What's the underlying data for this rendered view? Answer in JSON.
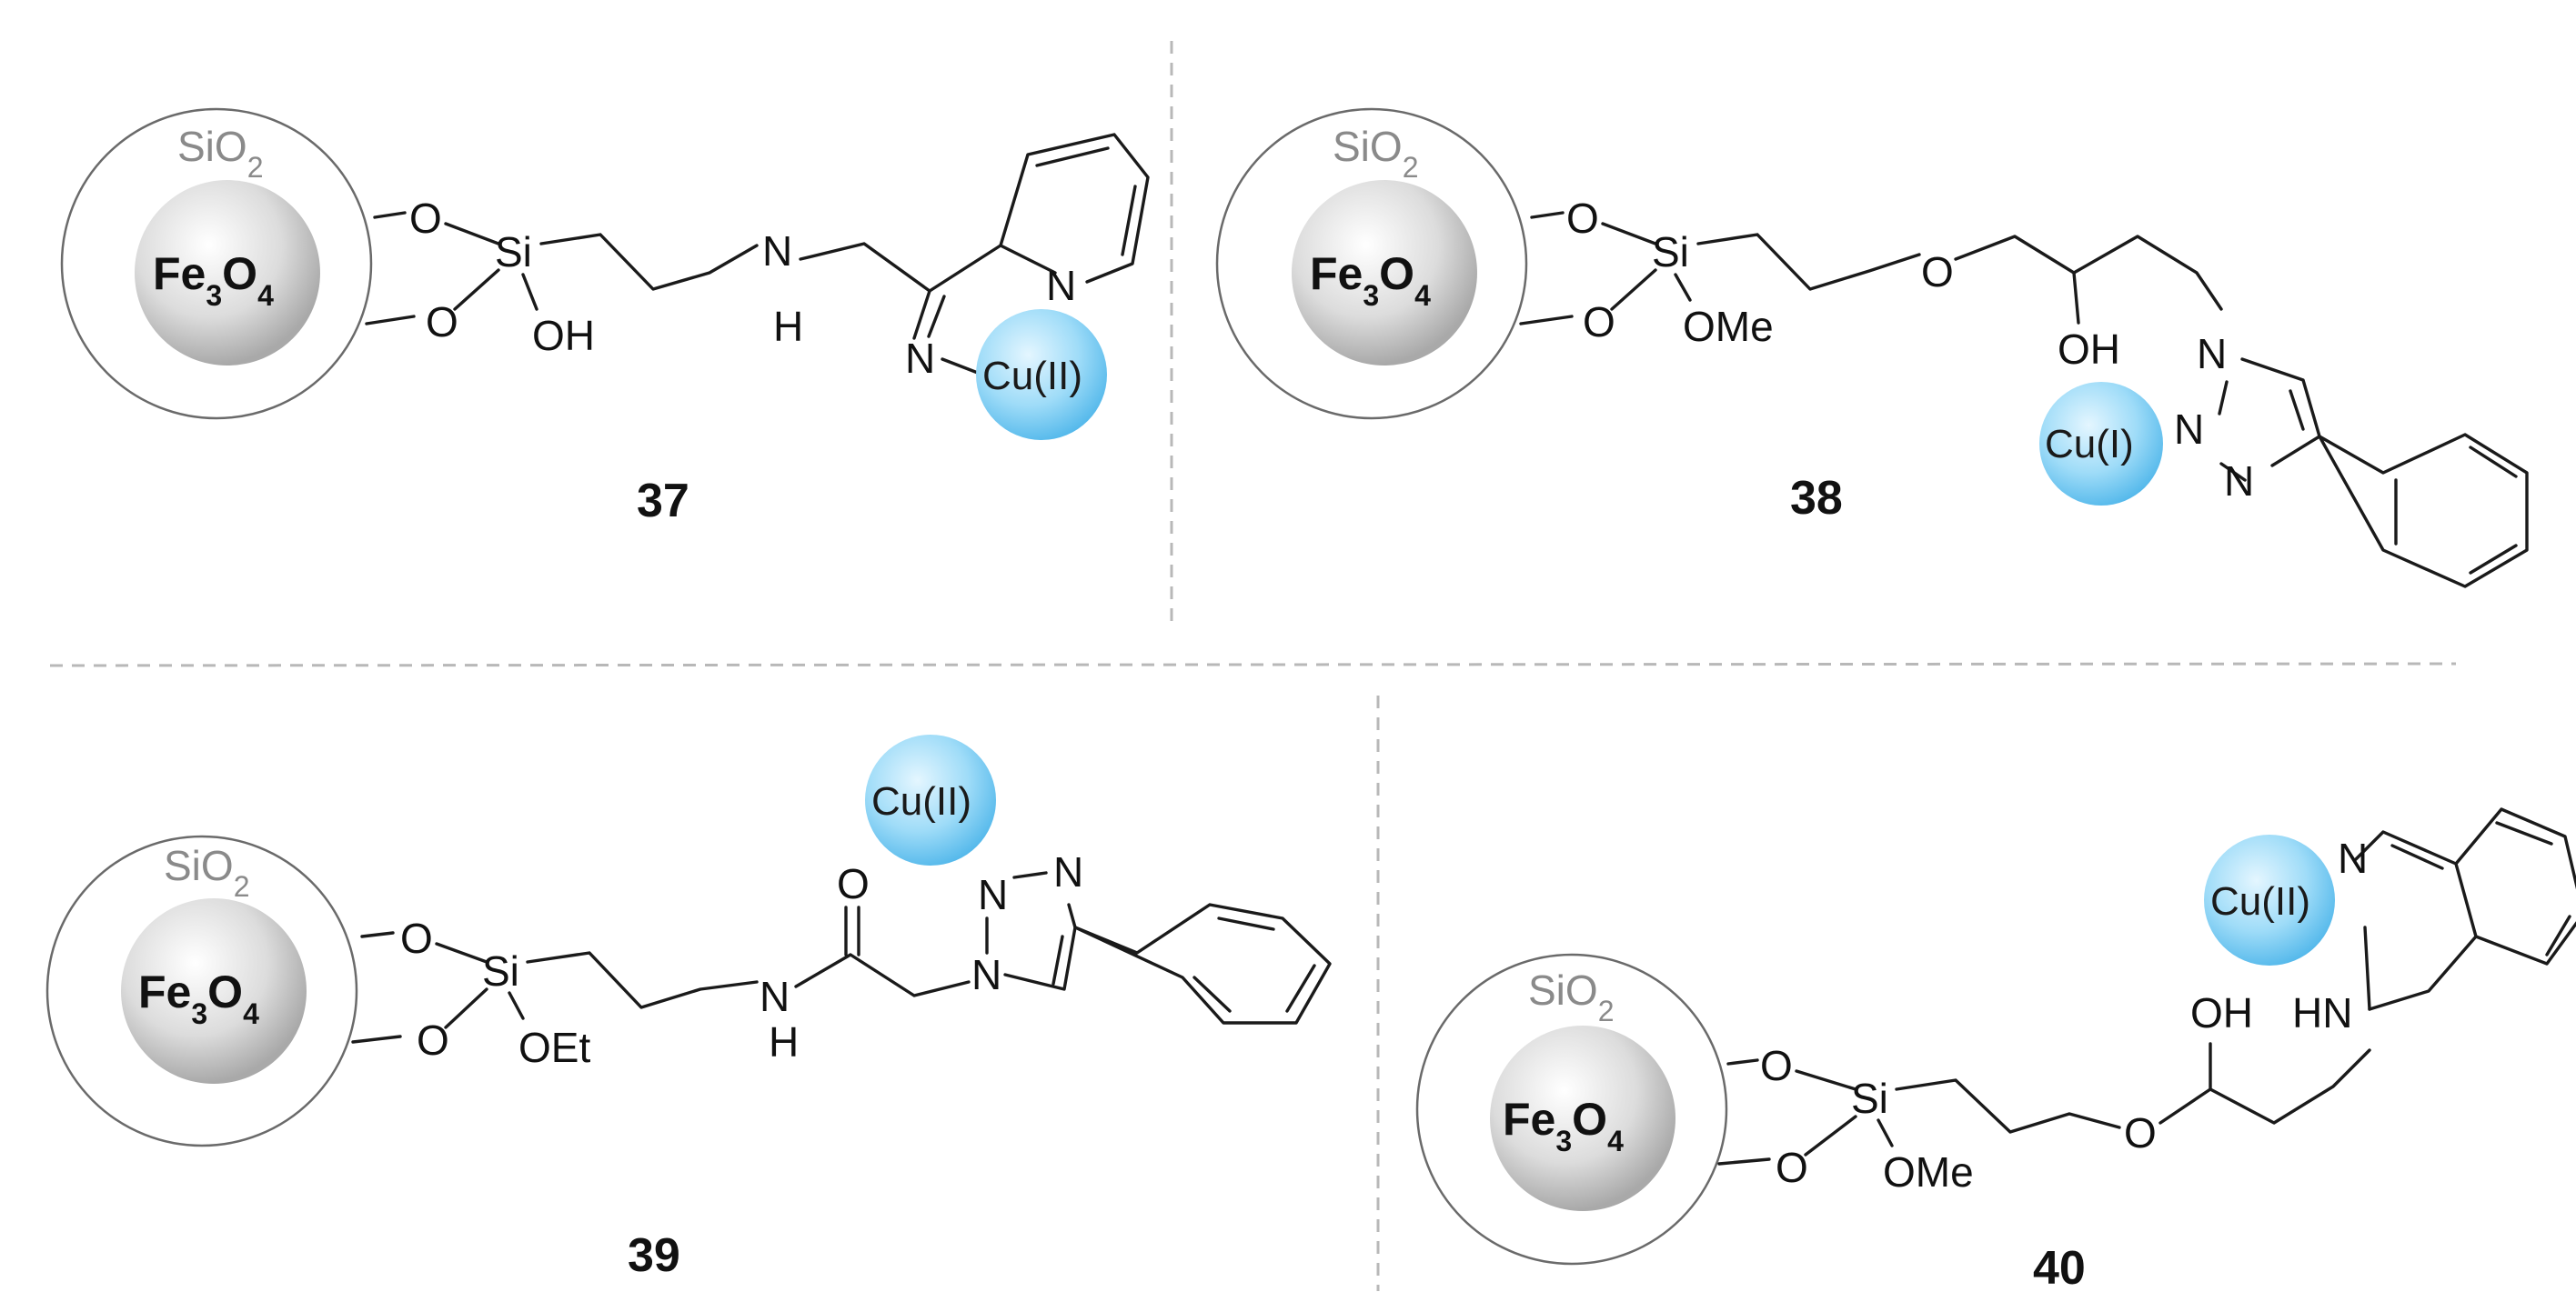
{
  "compounds": [
    {
      "number": "37",
      "core": "Fe3O4",
      "shell": "SiO2",
      "metal": "Cu(II)",
      "si_substituent": "OH",
      "atoms": {
        "o_top": "O",
        "o_bottom": "O",
        "si": "Si",
        "amine_n": "N",
        "amine_h": "H",
        "imine_n": "N",
        "pyridine_n": "N"
      }
    },
    {
      "number": "38",
      "core": "Fe3O4",
      "shell": "SiO2",
      "metal": "Cu(I)",
      "si_substituent": "OMe",
      "atoms": {
        "o_top": "O",
        "o_bottom": "O",
        "si": "Si",
        "ether_o": "O",
        "hydroxyl": "OH",
        "triazole_n1": "N",
        "triazole_n2": "N",
        "triazole_n3": "N"
      }
    },
    {
      "number": "39",
      "core": "Fe3O4",
      "shell": "SiO2",
      "metal": "Cu(II)",
      "si_substituent": "OEt",
      "atoms": {
        "o_top": "O",
        "o_bottom": "O",
        "si": "Si",
        "amide_n": "N",
        "amide_h": "H",
        "carbonyl_o": "O",
        "triazole_n1": "N",
        "triazole_n2": "N",
        "triazole_n3": "N"
      }
    },
    {
      "number": "40",
      "core": "Fe3O4",
      "shell": "SiO2",
      "metal": "Cu(II)",
      "si_substituent": "OMe",
      "atoms": {
        "o_top": "O",
        "o_bottom": "O",
        "si": "Si",
        "ether_o": "O",
        "hydroxyl": "OH",
        "amine": "HN",
        "quinoline_n": "N"
      }
    }
  ],
  "colors": {
    "metal_sphere": "#8fd3f5",
    "core_sphere": "#cfcfcf",
    "shell_ring": "#6a6a6a",
    "dash_line": "#b8b8b8"
  }
}
